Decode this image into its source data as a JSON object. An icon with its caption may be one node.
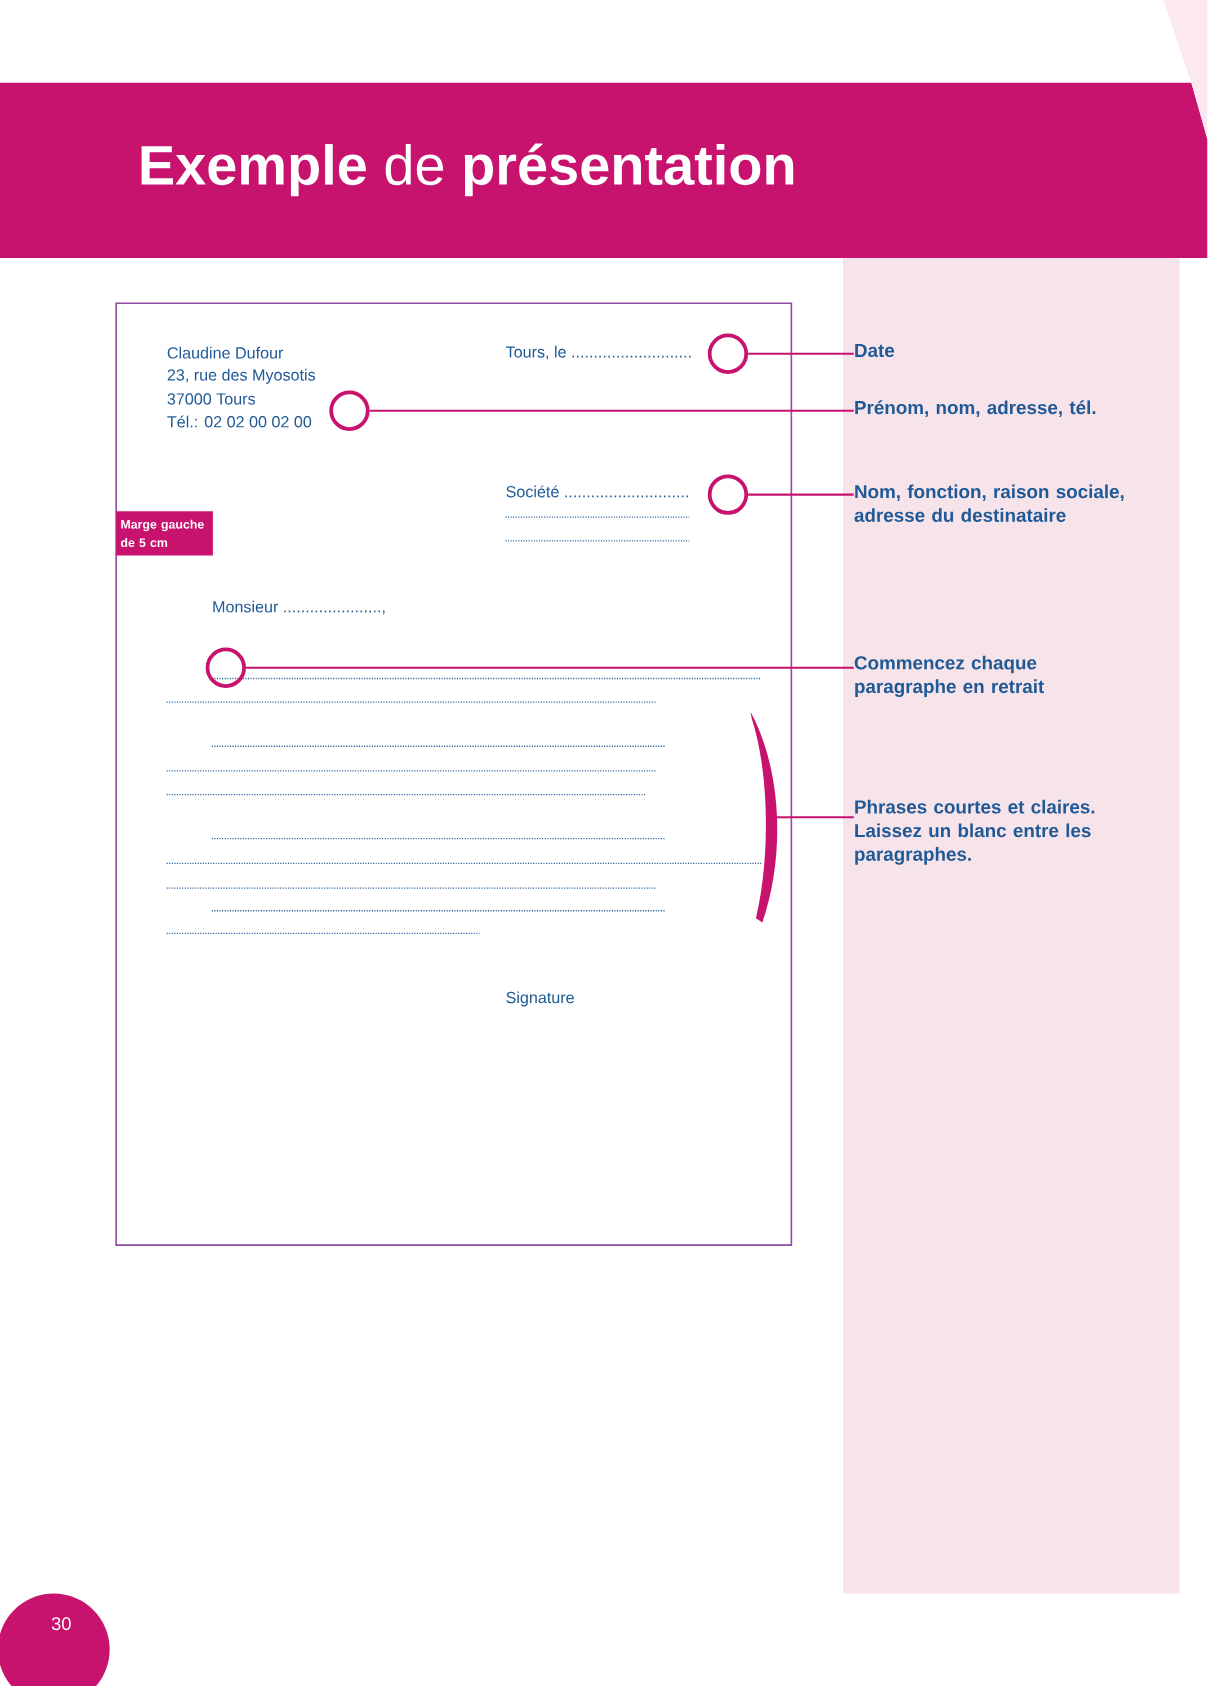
{
  "diagram": {
    "title": "**Exemple** de **présentation**",
    "nodes": [
      {
        "text": [],
        "shape": "box"
      },
      {
        "text": [],
        "shape": "circle",
        "in": 0
      },
      {
        "text": [],
        "shape": "circle",
        "in": 0
      },
      {
        "text": [],
        "shape": "circle",
        "in": 0
      },
      {
        "text": [],
        "shape": "circle",
        "in": 0
      },
      {
        "text": [],
        "shape": "bracket",
        "in": 0
      },
      {
        "text": [
          "Date"
        ]
      },
      {
        "text": [
          "Prénom, nom, adresse, tél."
        ]
      },
      {
        "text": [
          "Nom, fonction, raison sociale, adresse du destinataire"
        ]
      },
      {
        "text": [
          "Commencez chaque paragraphe en retrait"
        ]
      },
      {
        "text": [
          "Phrases courtes et claires. Laissez un blanc entre les paragraphes."
        ]
      },
      {
        "text": [
          "Marge gauche de 5 cm"
        ],
        "in": 0
      },
      {
        "text": [
          "30"
        ]
      }
    ],
    "edges": [
      {
        "from": 6,
        "to": 1,
        "arrow": "none"
      },
      {
        "from": 7,
        "to": 2,
        "arrow": "none"
      },
      {
        "from": 8,
        "to": 3,
        "arrow": "none"
      },
      {
        "from": 9,
        "to": 4,
        "arrow": "none"
      },
      {
        "from": 10,
        "to": 5,
        "arrow": "none"
      }
    ],
    "labels": [
      "Claudine Dufour",
      "23, rue des Myosotis",
      "37000 Tours",
      "Tél.: 02 02 00 02 00",
      "Tours, le ...........................",
      "Société ............................",
      "Monsieur ......................,",
      "Signature"
    ]
  }
}
